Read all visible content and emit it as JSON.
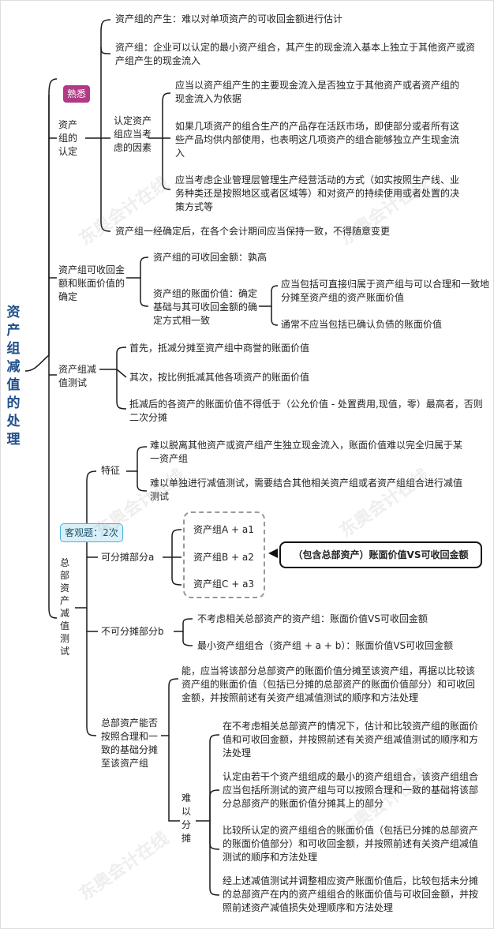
{
  "title": "资产组减值的处理",
  "tags": {
    "hot": "熟悉",
    "objective": "客观题：2次"
  },
  "callout": "（包含总部资产）账面价值VS可收回金额",
  "watermark": "东奥会计在线",
  "nodes": {
    "identify": "资产组的认定",
    "identify_birth": "资产组的产生：难以对单项资产的可收回金额进行估计",
    "identify_def": "资产组：企业可以认定的最小资产组合，其产生的现金流入基本上独立于其他资产或资产组产生的现金流入",
    "identify_factors": "认定资产组应当考虑的因素",
    "factor1": "应当以资产组产生的主要现金流入是否独立于其他资产或者资产组的现金流入为依据",
    "factor2": "如果几项资产的组合生产的产品存在活跃市场，即使部分或者所有这些产品均供内部使用，也表明这几项资产的组合能够独立产生现金流入",
    "factor3": "应当考虑企业管理层管理生产经营活动的方式（如实按照生产线、业务种类还是按照地区或者区域等）和对资产的持续使用或者处置的决策方式等",
    "identify_consistent": "资产组一经确定后，在各个会计期间应当保持一致，不得随意变更",
    "amount": "资产组可收回金额和账面价值的确定",
    "amount_recover": "资产组的可收回金额：孰高",
    "amount_book": "资产组的账面价值：确定基础与其可收回金额的确定方式相一致",
    "book1": "应当包括可直接归属于资产组与可以合理和一致地分摊至资产组的资产账面价值",
    "book2": "通常不应当包括已确认负债的账面价值",
    "test": "资产组减值测试",
    "test1": "首先，抵减分摊至资产组中商誉的账面价值",
    "test2": "其次，按比例抵减其他各项资产的账面价值",
    "test3": "抵减后的各资产的账面价值不得低于（公允价值 - 处置费用,现值，零）最高者，否则二次分摊",
    "hq": "总部资产减值测试",
    "feature": "特征",
    "feature1": "难以脱离其他资产或资产组产生独立现金流入，账面价值难以完全归属于某一资产组",
    "feature2": "难以单独进行减值测试，需要结合其他相关资产组或者资产组组合进行减值测试",
    "alloc_a": "可分摊部分a",
    "groupA": "资产组A + a1",
    "groupB": "资产组B + a2",
    "groupC": "资产组C + a3",
    "alloc_b": "不可分摊部分b",
    "b1": "不考虑相关总部资产的资产组：账面价值VS可收回金额",
    "b2": "最小资产组组合（资产组 + a + b）：账面价值VS可收回金额",
    "hq_case": "总部资产能否按照合理和一致的基础分摊至该资产组",
    "can": "能，应当将该部分总部资产的账面价值分摊至该资产组，再据以比较该资产组的账面价值（包括已分摊的总部资产的账面价值部分）和可收回金额，并按照前述有关资产组减值测试的顺序和方法处理",
    "hard": "难以分摊",
    "hard1": "在不考虑相关总部资产的情况下，估计和比较资产组的账面价值和可收回金额，并按照前述有关资产组减值测试的顺序和方法处理",
    "hard2": "认定由若干个资产组组成的最小的资产组组合，该资产组组合应当包括所测试的资产组与可以按照合理和一致的基础将该部分总部资产的账面价值分摊其上的部分",
    "hard3": "比较所认定的资产组组合的账面价值（包括已分摊的总部资产的账面价值部分）和可收回金额，并按照前述有关资产组减值测试的顺序和方法处理",
    "hard4": "经上述减值测试并调整相应资产账面价值后，比较包括未分摊的总部资产在内的资产组组合的账面价值与可收回金额，并按照前述资产减值损失处理顺序和方法处理"
  }
}
